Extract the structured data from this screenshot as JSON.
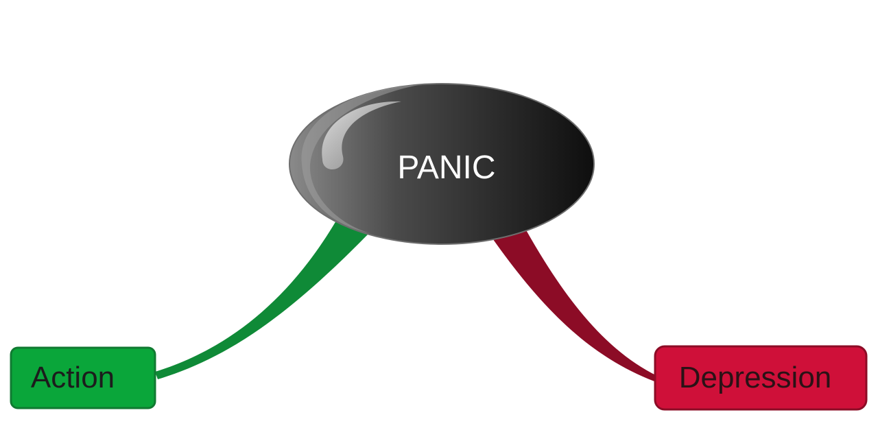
{
  "diagram": {
    "central_topic": {
      "label": "PANIC",
      "fill_dark": "#111111",
      "fill_light": "#7a7a7a",
      "text_color": "#ffffff"
    },
    "branches": [
      {
        "label": "Action",
        "color": "#0f8a37",
        "node_fill": "#0aa63a",
        "node_border": "#107a31",
        "text_color": "#1c1c1c"
      },
      {
        "label": "Depression",
        "color": "#8c0c26",
        "node_fill": "#cf1039",
        "node_border": "#8c0c26",
        "text_color": "#2a1216"
      }
    ]
  }
}
